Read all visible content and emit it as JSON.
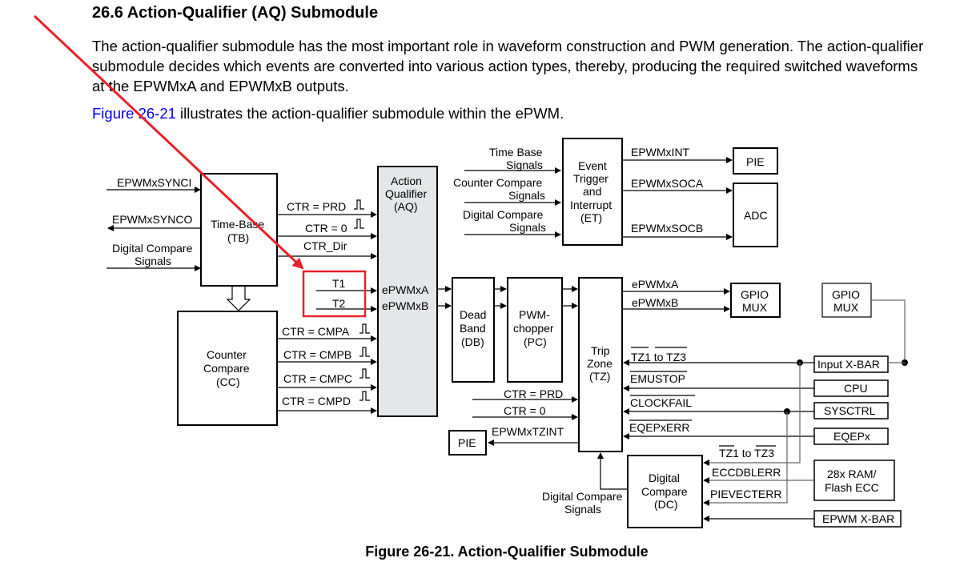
{
  "section": {
    "title": "26.6 Action-Qualifier (AQ) Submodule",
    "paragraph1": "The action-qualifier submodule has the most important role in waveform construction and PWM generation. The action-qualifier submodule decides which events are converted into various action types, thereby, producing the required switched waveforms at the EPWMxA and EPWMxB outputs.",
    "figure_ref": "Figure 26-21",
    "paragraph2_rest": " illustrates the action-qualifier submodule within the ePWM."
  },
  "figure": {
    "caption": "Figure 26-21. Action-Qualifier Submodule",
    "inputs_left": {
      "sync_in": "EPWMxSYNCI",
      "sync_out": "EPWMxSYNCO",
      "dc_signals_1": "Digital Compare",
      "dc_signals_2": "Signals"
    },
    "tb": {
      "line1": "Time-Base",
      "line2": "(TB)"
    },
    "cc": {
      "line1": "Counter",
      "line2": "Compare",
      "line3": "(CC)"
    },
    "aq": {
      "line1": "Action",
      "line2": "Qualifier",
      "line3": "(AQ)",
      "out_a": "ePWMxA",
      "out_b": "ePWMxB"
    },
    "tb_signals": {
      "prd": "CTR = PRD",
      "zero": "CTR = 0",
      "dir": "CTR_Dir"
    },
    "t_signals": {
      "t1": "T1",
      "t2": "T2"
    },
    "cc_signals": {
      "cmpa": "CTR = CMPA",
      "cmpb": "CTR = CMPB",
      "cmpc": "CTR = CMPC",
      "cmpd": "CTR = CMPD"
    },
    "et_inputs": {
      "tb1": "Time Base",
      "tb2": "Signals",
      "cc1": "Counter Compare",
      "cc2": "Signals",
      "dc1": "Digital Compare",
      "dc2": "Signals"
    },
    "et": {
      "line1": "Event",
      "line2": "Trigger",
      "line3": "and",
      "line4": "Interrupt",
      "line5": "(ET)"
    },
    "et_outputs": {
      "int": "EPWMxINT",
      "soca": "EPWMxSOCA",
      "socb": "EPWMxSOCB"
    },
    "pie_top": "PIE",
    "adc": "ADC",
    "db": {
      "line1": "Dead",
      "line2": "Band",
      "line3": "(DB)"
    },
    "pc": {
      "line1": "PWM-",
      "line2": "chopper",
      "line3": "(PC)"
    },
    "tz": {
      "line1": "Trip",
      "line2": "Zone",
      "line3": "(TZ)"
    },
    "tz_out": {
      "a": "ePWMxA",
      "b": "ePWMxB"
    },
    "gpio_mux_1": {
      "line1": "GPIO",
      "line2": "MUX"
    },
    "gpio_mux_2": {
      "line1": "GPIO",
      "line2": "MUX"
    },
    "tz_inputs": {
      "tz13": "TZ1 to TZ3",
      "emustop": "EMUSTOP",
      "clockfail": "CLOCKFAIL",
      "eqepxerr": "EQEPxERR"
    },
    "tz_bottom": {
      "prd": "CTR = PRD",
      "zero": "CTR = 0",
      "tzint": "EPWMxTZINT"
    },
    "pie_bottom": "PIE",
    "dc_label": {
      "line1": "Digital Compare",
      "line2": "Signals"
    },
    "dc": {
      "line1": "Digital",
      "line2": "Compare",
      "line3": "(DC)"
    },
    "dc_inputs": {
      "tz13": "TZ1 to TZ3",
      "ecc": "ECCDBLERR",
      "pievect": "PIEVECTERR"
    },
    "right_blocks": {
      "input_xbar": "Input X-BAR",
      "cpu": "CPU",
      "sysctrl": "SYSCTRL",
      "eqepx": "EQEPx",
      "ram1": "28x RAM/",
      "ram2": "Flash ECC",
      "epwm_xbar": "EPWM X-BAR"
    },
    "annotation": {
      "arrow_color": "#e8222a",
      "box_color": "#e8222a"
    }
  }
}
